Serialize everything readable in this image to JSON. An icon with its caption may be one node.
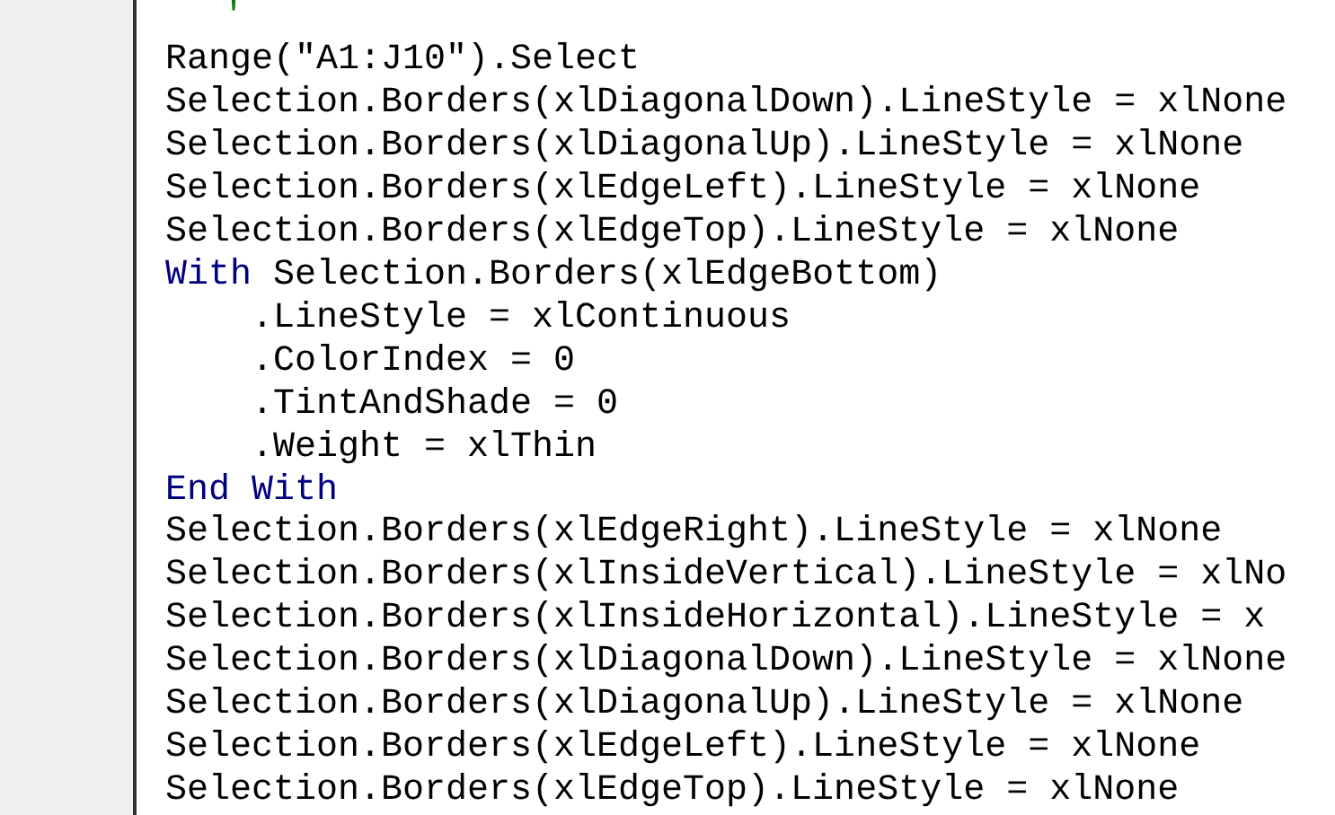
{
  "diagram": {
    "nodes": [
      {
        "text": [],
        "shape": "box"
      }
    ],
    "labels": [
      "'",
      "Range(\"A1:J10\").Select",
      "Selection.Borders(xlDiagonalDown).LineStyle = xlNone",
      "Selection.Borders(xlDiagonalUp).LineStyle = xlNone",
      "Selection.Borders(xlEdgeLeft).LineStyle = xlNone",
      "Selection.Borders(xlEdgeTop).LineStyle = xlNone",
      "With Selection.Borders(xlEdgeBottom)",
      ".LineStyle = xlContinuous",
      ".ColorIndex = 0",
      ".TintAndShade = 0",
      ".Weight = xlThin",
      "End With",
      "Selection.Borders(xlEdgeRight).LineStyle = xlNone",
      "Selection.Borders(xlInsideVertical).LineStyle = xlNo",
      "Selection.Borders(xlInsideHorizontal).LineStyle = x",
      "Selection.Borders(xlDiagonalDown).LineStyle = xlNone",
      "Selection.Borders(xlDiagonalUp).LineStyle = xlNone",
      "Selection.Borders(xlEdgeLeft).LineStyle = xlNone",
      "Selection.Borders(xlEdgeTop).LineStyle = xlNone"
    ]
  }
}
